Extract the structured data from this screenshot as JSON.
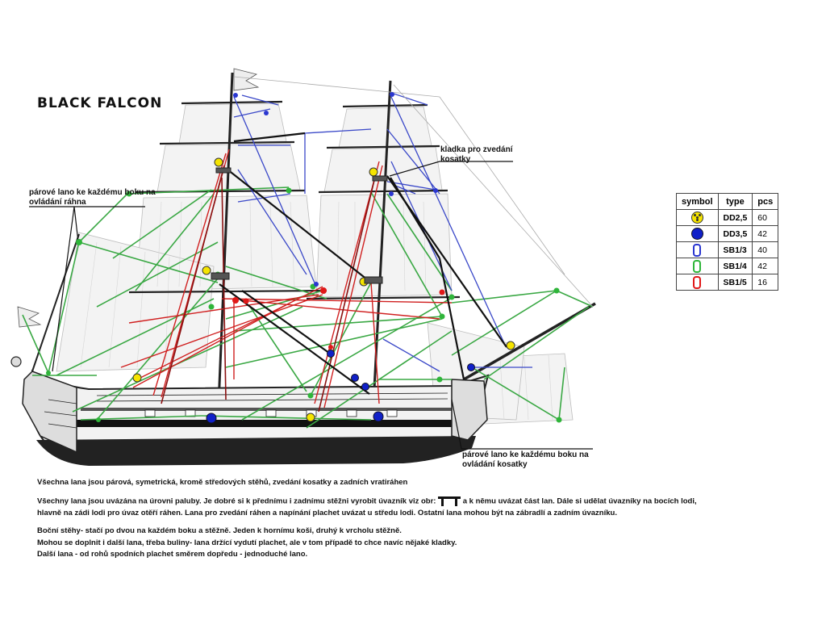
{
  "title": "BLACK FALCON",
  "callouts": {
    "braces": "párové lano ke každému boku na ovládání ráhna",
    "block": "kladka pro zvedání kosatky",
    "jib": "párové lano ke každému boku na ovládání kosatky"
  },
  "legend": {
    "headers": {
      "symbol": "symbol",
      "type": "type",
      "pcs": "pcs"
    },
    "rows": [
      {
        "symbol": "yellow-deadeye-icon",
        "type": "DD2,5",
        "pcs": "60"
      },
      {
        "symbol": "blue-deadeye-icon",
        "type": "DD3,5",
        "pcs": "42"
      },
      {
        "symbol": "blue-block-icon",
        "type": "SB1/3",
        "pcs": "40"
      },
      {
        "symbol": "green-block-icon",
        "type": "SB1/4",
        "pcs": "42"
      },
      {
        "symbol": "red-block-icon",
        "type": "SB1/5",
        "pcs": "16"
      }
    ]
  },
  "colors": {
    "dd25": "#f5e400",
    "dd35": "#1020c8",
    "sb13": "#2a36d0",
    "sb14": "#2fb53a",
    "sb15": "#e01818",
    "rope_green": "#3aa844",
    "rope_red": "#d02020",
    "rope_blue": "#3a48c8",
    "rope_black": "#111111"
  },
  "notes": {
    "line1": "Všechna lana jsou párová, symetrická, kromě středových stěhů, zvedání kosatky a zadních vratiráhen",
    "line2a": "Všechny lana jsou uvázána na úrovni paluby. Je dobré si k přednímu i zadnímu stěžni vyrobit úvazník viz obr:",
    "line2b": "a k němu uvázat část lan. Dále si udělat úvazníky na bocích lodi,",
    "line3": "hlavně na zádi lodi pro úvaz otěří ráhen. Lana pro zvedání ráhen a napínání plachet uvázat u středu lodi. Ostatní lana mohou být na zábradlí a zadním úvazníku.",
    "line4": "Boční stěhy- stačí po dvou na každém boku a stěžně.  Jeden k hornímu koši, druhý k vrcholu stěžně.",
    "line5": "Mohou se doplnit i další lana, třeba buliny- lana držící vydutí plachet, ale v tom případě to chce navíc nějaké kladky.",
    "line6": "Další lana - od rohů spodních plachet směrem dopředu - jednoduché lano."
  }
}
